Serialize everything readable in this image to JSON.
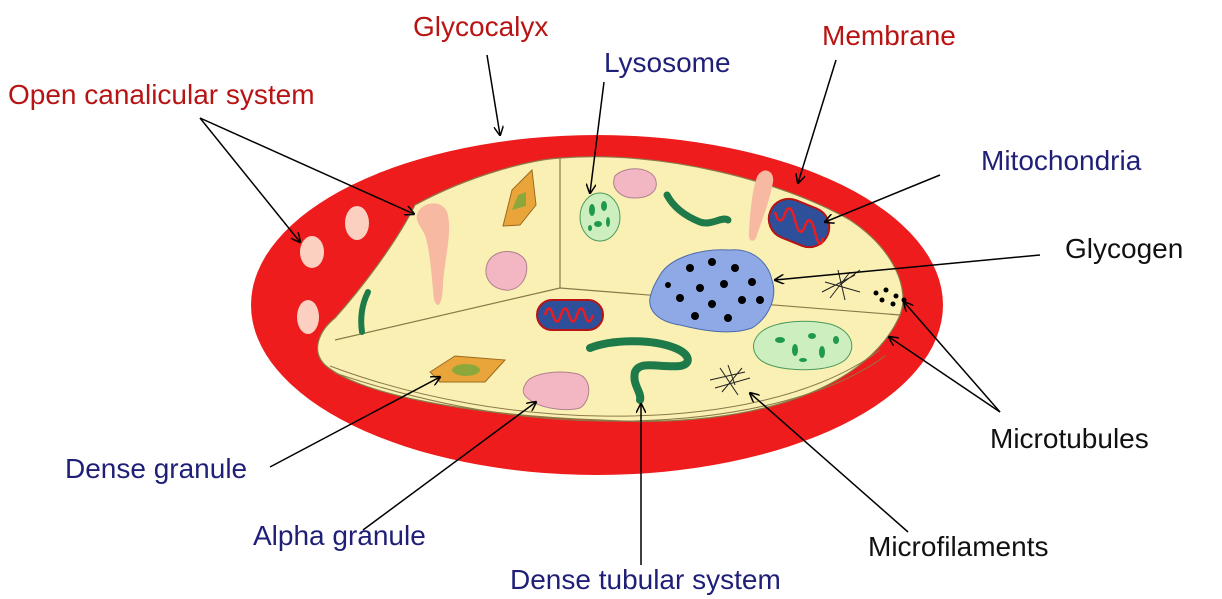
{
  "colors": {
    "red_label": "#b81414",
    "blue_label": "#1f1f78",
    "black_label": "#111111",
    "outer_cell": "#ee1c1c",
    "cytoplasm": "#faf0b4",
    "canal": "#f7b9a2",
    "granule_dense": "#e9a53a",
    "granule_alpha": "#f2b7c3",
    "mito_fill": "#2e4f9a",
    "glycogen_body": "#8fa9e6",
    "tubule_green": "#1f7a4a",
    "lysosome_fill": "#cdeebe"
  },
  "labels": {
    "glycocalyx": "Glycocalyx",
    "membrane": "Membrane",
    "lysosome": "Lysosome",
    "open_canalicular": "Open canalicular system",
    "mitochondria": "Mitochondria",
    "glycogen": "Glycogen",
    "microtubules": "Microtubules",
    "dense_granule": "Dense granule",
    "alpha_granule": "Alpha granule",
    "dense_tubular": "Dense tubular system",
    "microfilaments": "Microfilaments"
  }
}
